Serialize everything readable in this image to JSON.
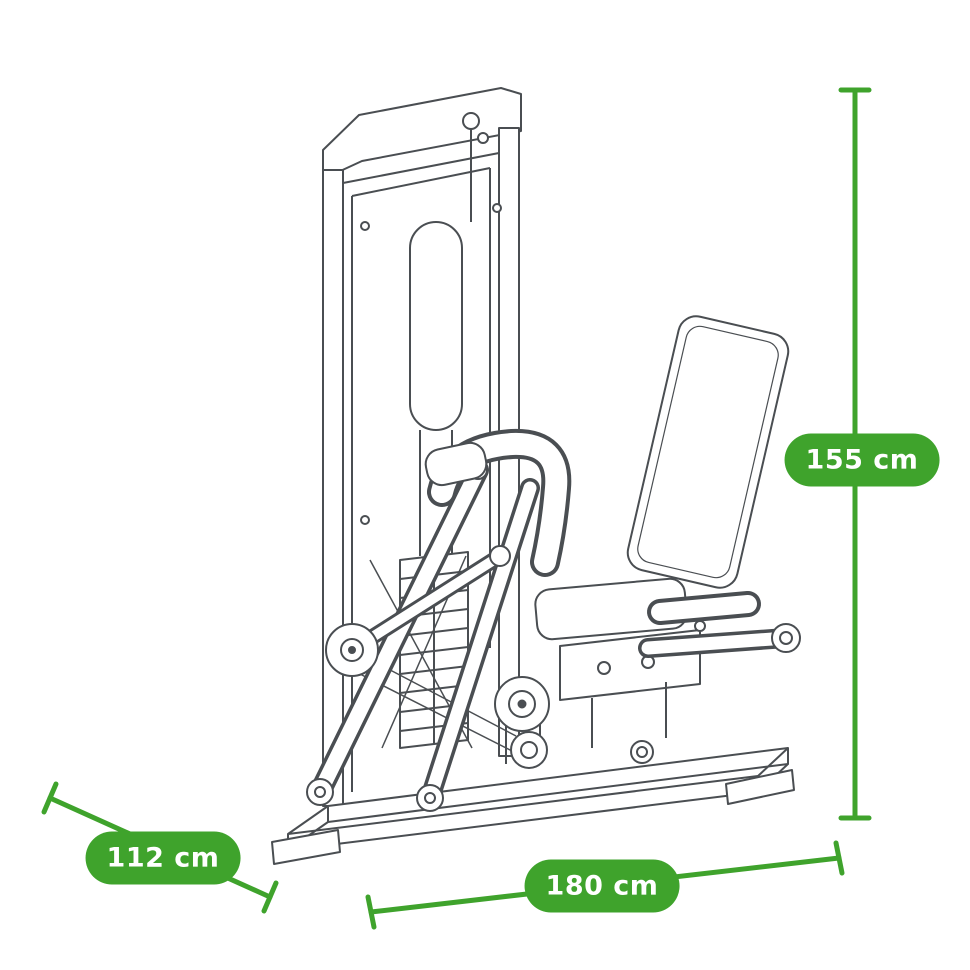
{
  "colors": {
    "accent": "#3fa32c",
    "line_art": "#4a4e52",
    "label_text": "#ffffff",
    "page_bg": "#ffffff"
  },
  "illustration": {
    "name": "seated-leg-press-machine-line-drawing"
  },
  "dimensions": {
    "height": {
      "label": "155 cm"
    },
    "depth": {
      "label": "112 cm"
    },
    "width": {
      "label": "180 cm"
    }
  }
}
